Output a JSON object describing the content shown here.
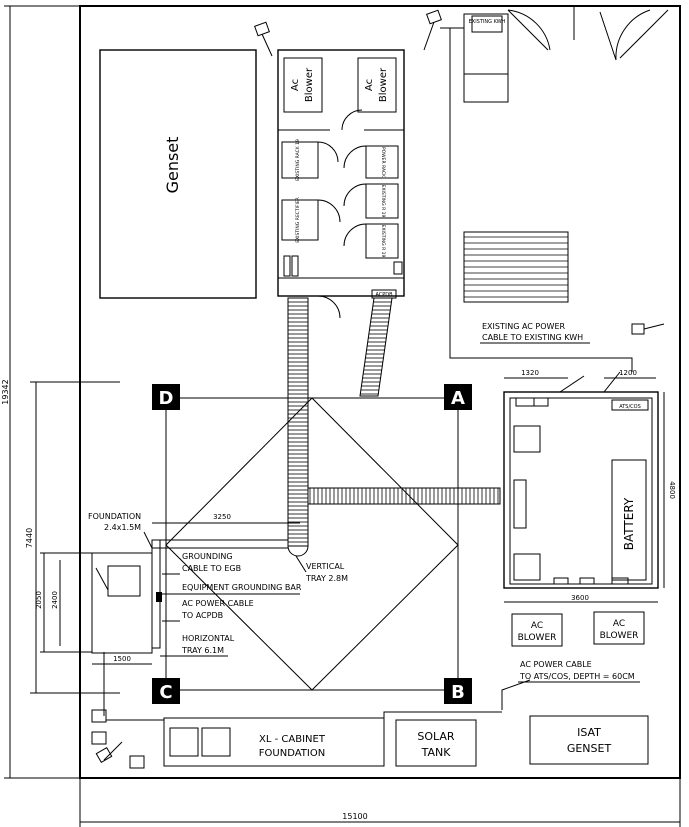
{
  "dimensions": {
    "overall_height": "19342",
    "overall_width": "15100",
    "tower_side_height": "7440",
    "foundation_outer": "2050",
    "foundation_inner": "2400",
    "foundation_width": "1500",
    "foundation_offset": "3250",
    "shelter_width_left": "1320",
    "shelter_width_right": "1200",
    "shelter_depth": "4800",
    "shelter_length": "3600"
  },
  "rooms": {
    "genset": "Genset",
    "ac_blower_1_line1": "Ac",
    "ac_blower_1_line2": "Blower",
    "ac_blower_2_line1": "Ac",
    "ac_blower_2_line2": "Blower",
    "existing_rack_19": "EXISTING RACK 19",
    "existing_rectifier": "EXISTING RECTIFIER",
    "power_rack": "POWER RACK",
    "existing_rack_a": "EXISTING R 19",
    "existing_rack_b": "EXISTING R 19",
    "existing_kwh": "EXISTING KWH",
    "acpdb": "ACPDB"
  },
  "tower_legs": {
    "d": "D",
    "a": "A",
    "c": "C",
    "b": "B"
  },
  "shelter": {
    "battery": "BATTERY",
    "ats_cos": "ATS/COS",
    "ac_blower_left_line1": "AC",
    "ac_blower_left_line2": "BLOWER",
    "ac_blower_right_line1": "AC",
    "ac_blower_right_line2": "BLOWER"
  },
  "notes": {
    "existing_ac_cable_line1": "EXISTING AC POWER",
    "existing_ac_cable_line2": "CABLE TO EXISTING KWH",
    "foundation_line1": "FOUNDATION",
    "foundation_line2": "2.4x1.5M",
    "grounding_line1": "GROUNDING",
    "grounding_line2": "CABLE TO EGB",
    "egb": "EQUIPMENT GROUNDING BAR",
    "ac_cable_acpdb_line1": "AC POWER CABLE",
    "ac_cable_acpdb_line2": "TO ACPDB",
    "horizontal_tray_line1": "HORIZONTAL",
    "horizontal_tray_line2": "TRAY 6.1M",
    "vertical_tray_line1": "VERTICAL",
    "vertical_tray_line2": "TRAY 2.8M",
    "ac_cable_ats_line1": "AC POWER CABLE",
    "ac_cable_ats_line2": "TO ATS/COS, DEPTH = 60CM"
  },
  "bottom": {
    "xl_cabinet_line1": "XL - CABINET",
    "xl_cabinet_line2": "FOUNDATION",
    "solar_tank_line1": "SOLAR",
    "solar_tank_line2": "TANK",
    "isat_genset_line1": "ISAT",
    "isat_genset_line2": "GENSET"
  }
}
